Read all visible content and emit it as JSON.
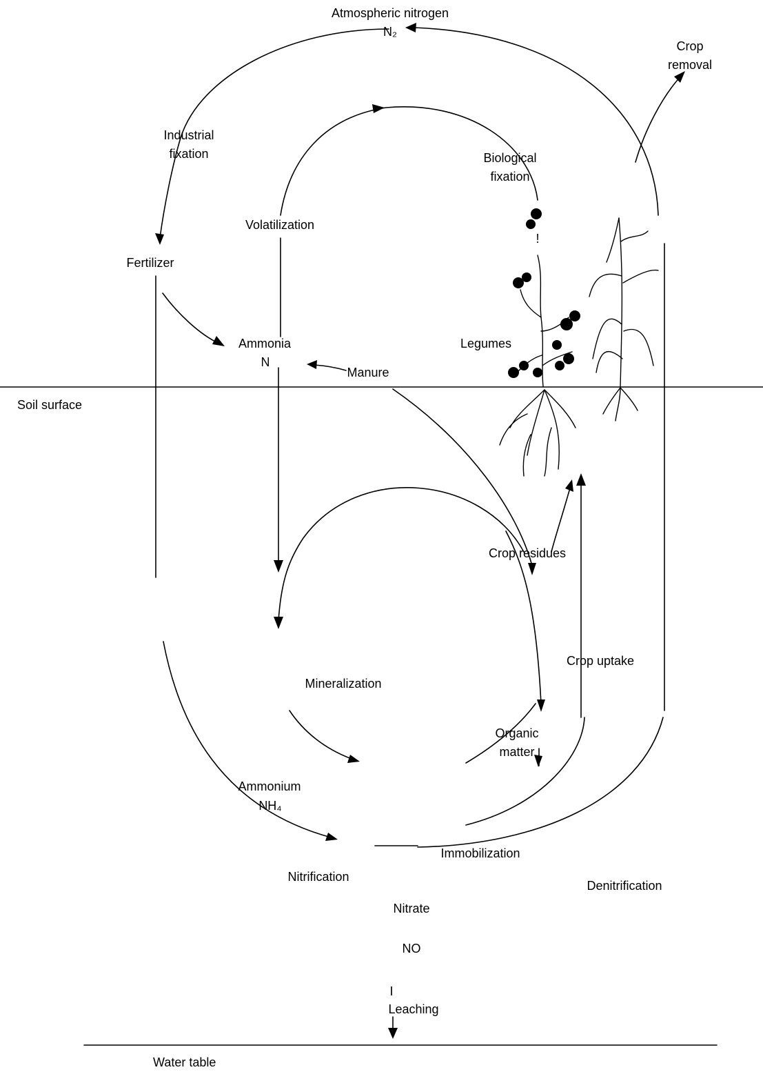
{
  "labels": {
    "atmospheric_nitrogen": "Atmospheric nitrogen",
    "n2": "N₂",
    "crop_removal_1": "Crop",
    "crop_removal_2": "removal",
    "industrial_fixation_1": "Industrial",
    "industrial_fixation_2": "fixation",
    "biological_fixation_1": "Biological",
    "biological_fixation_2": "fixation",
    "biological_mark": "!",
    "volatilization": "Volatilization",
    "fertilizer": "Fertilizer",
    "ammonia": "Ammonia",
    "ammonia_formula": "N",
    "manure": "Manure",
    "legumes": "Legumes",
    "soil_surface": "Soil  surface",
    "crop_residues": "Crop  residues",
    "crop_uptake": "Crop  uptake",
    "mineralization": "Mineralization",
    "organic_matter_1": "Organic",
    "organic_matter_2": "matter",
    "ammonium": "Ammonium",
    "ammonium_formula": "NH₄",
    "immobilization": "Immobilization",
    "nitrification": "Nitrification",
    "nitrate": "Nitrate",
    "nitrate_formula": "NO",
    "denitrification": "Denitrification",
    "leaching_mark": "I",
    "leaching": "Leaching",
    "water_table": "Water  table"
  }
}
